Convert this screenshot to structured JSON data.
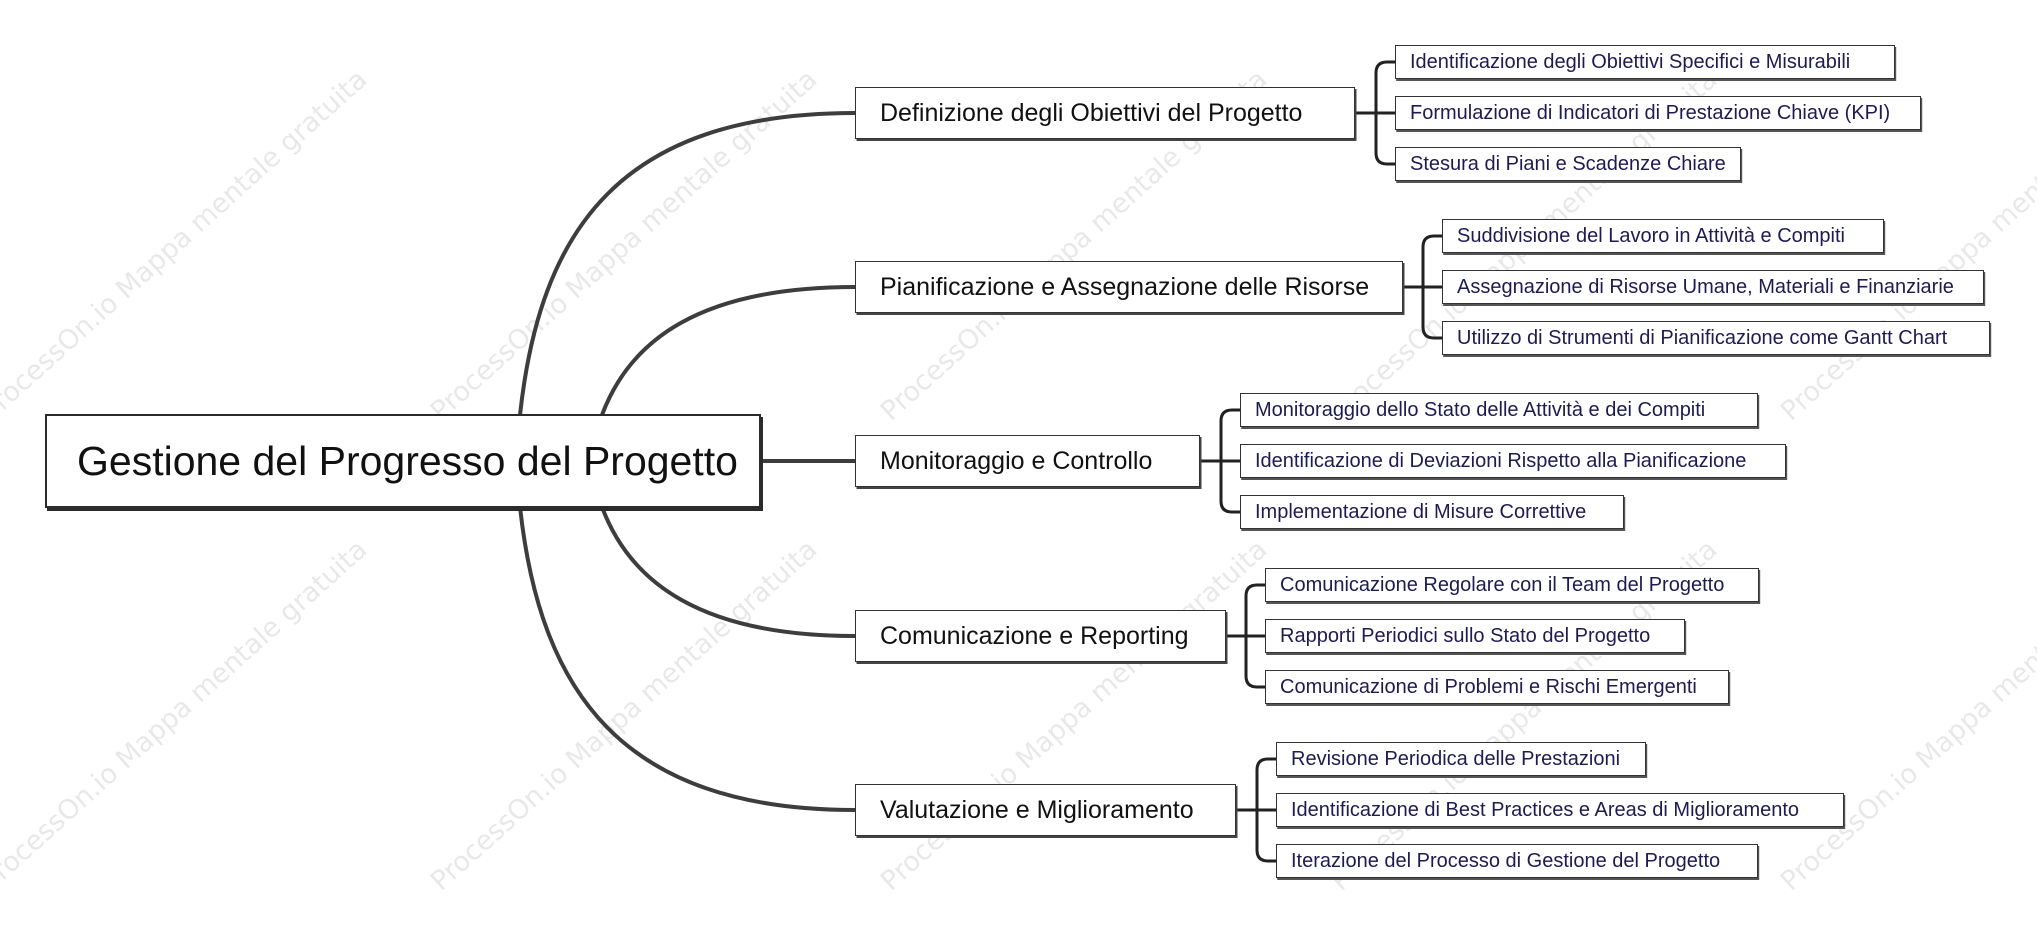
{
  "watermark": "ProcessOn.io Mappa mentale gratuita",
  "root": {
    "label": "Gestione del Progresso del Progetto"
  },
  "branches": [
    {
      "label": "Definizione degli Obiettivi del Progetto",
      "children": [
        "Identificazione degli Obiettivi Specifici e Misurabili",
        "Formulazione di Indicatori di Prestazione Chiave (KPI)",
        "Stesura di Piani e Scadenze Chiare"
      ]
    },
    {
      "label": "Pianificazione e Assegnazione delle Risorse",
      "children": [
        "Suddivisione del Lavoro in Attività e Compiti",
        "Assegnazione di Risorse Umane, Materiali e Finanziarie",
        "Utilizzo di Strumenti di Pianificazione come Gantt Chart"
      ]
    },
    {
      "label": "Monitoraggio e Controllo",
      "children": [
        "Monitoraggio dello Stato delle Attività e dei Compiti",
        "Identificazione di Deviazioni Rispetto alla Pianificazione",
        "Implementazione di Misure Correttive"
      ]
    },
    {
      "label": "Comunicazione e Reporting",
      "children": [
        "Comunicazione Regolare con il Team del Progetto",
        "Rapporti Periodici sullo Stato del Progetto",
        "Comunicazione di Problemi e Rischi Emergenti"
      ]
    },
    {
      "label": "Valutazione e Miglioramento",
      "children": [
        "Revisione Periodica delle Prestazioni",
        "Identificazione di Best Practices e Areas di Miglioramento",
        "Iterazione del Processo di Gestione del Progetto"
      ]
    }
  ]
}
